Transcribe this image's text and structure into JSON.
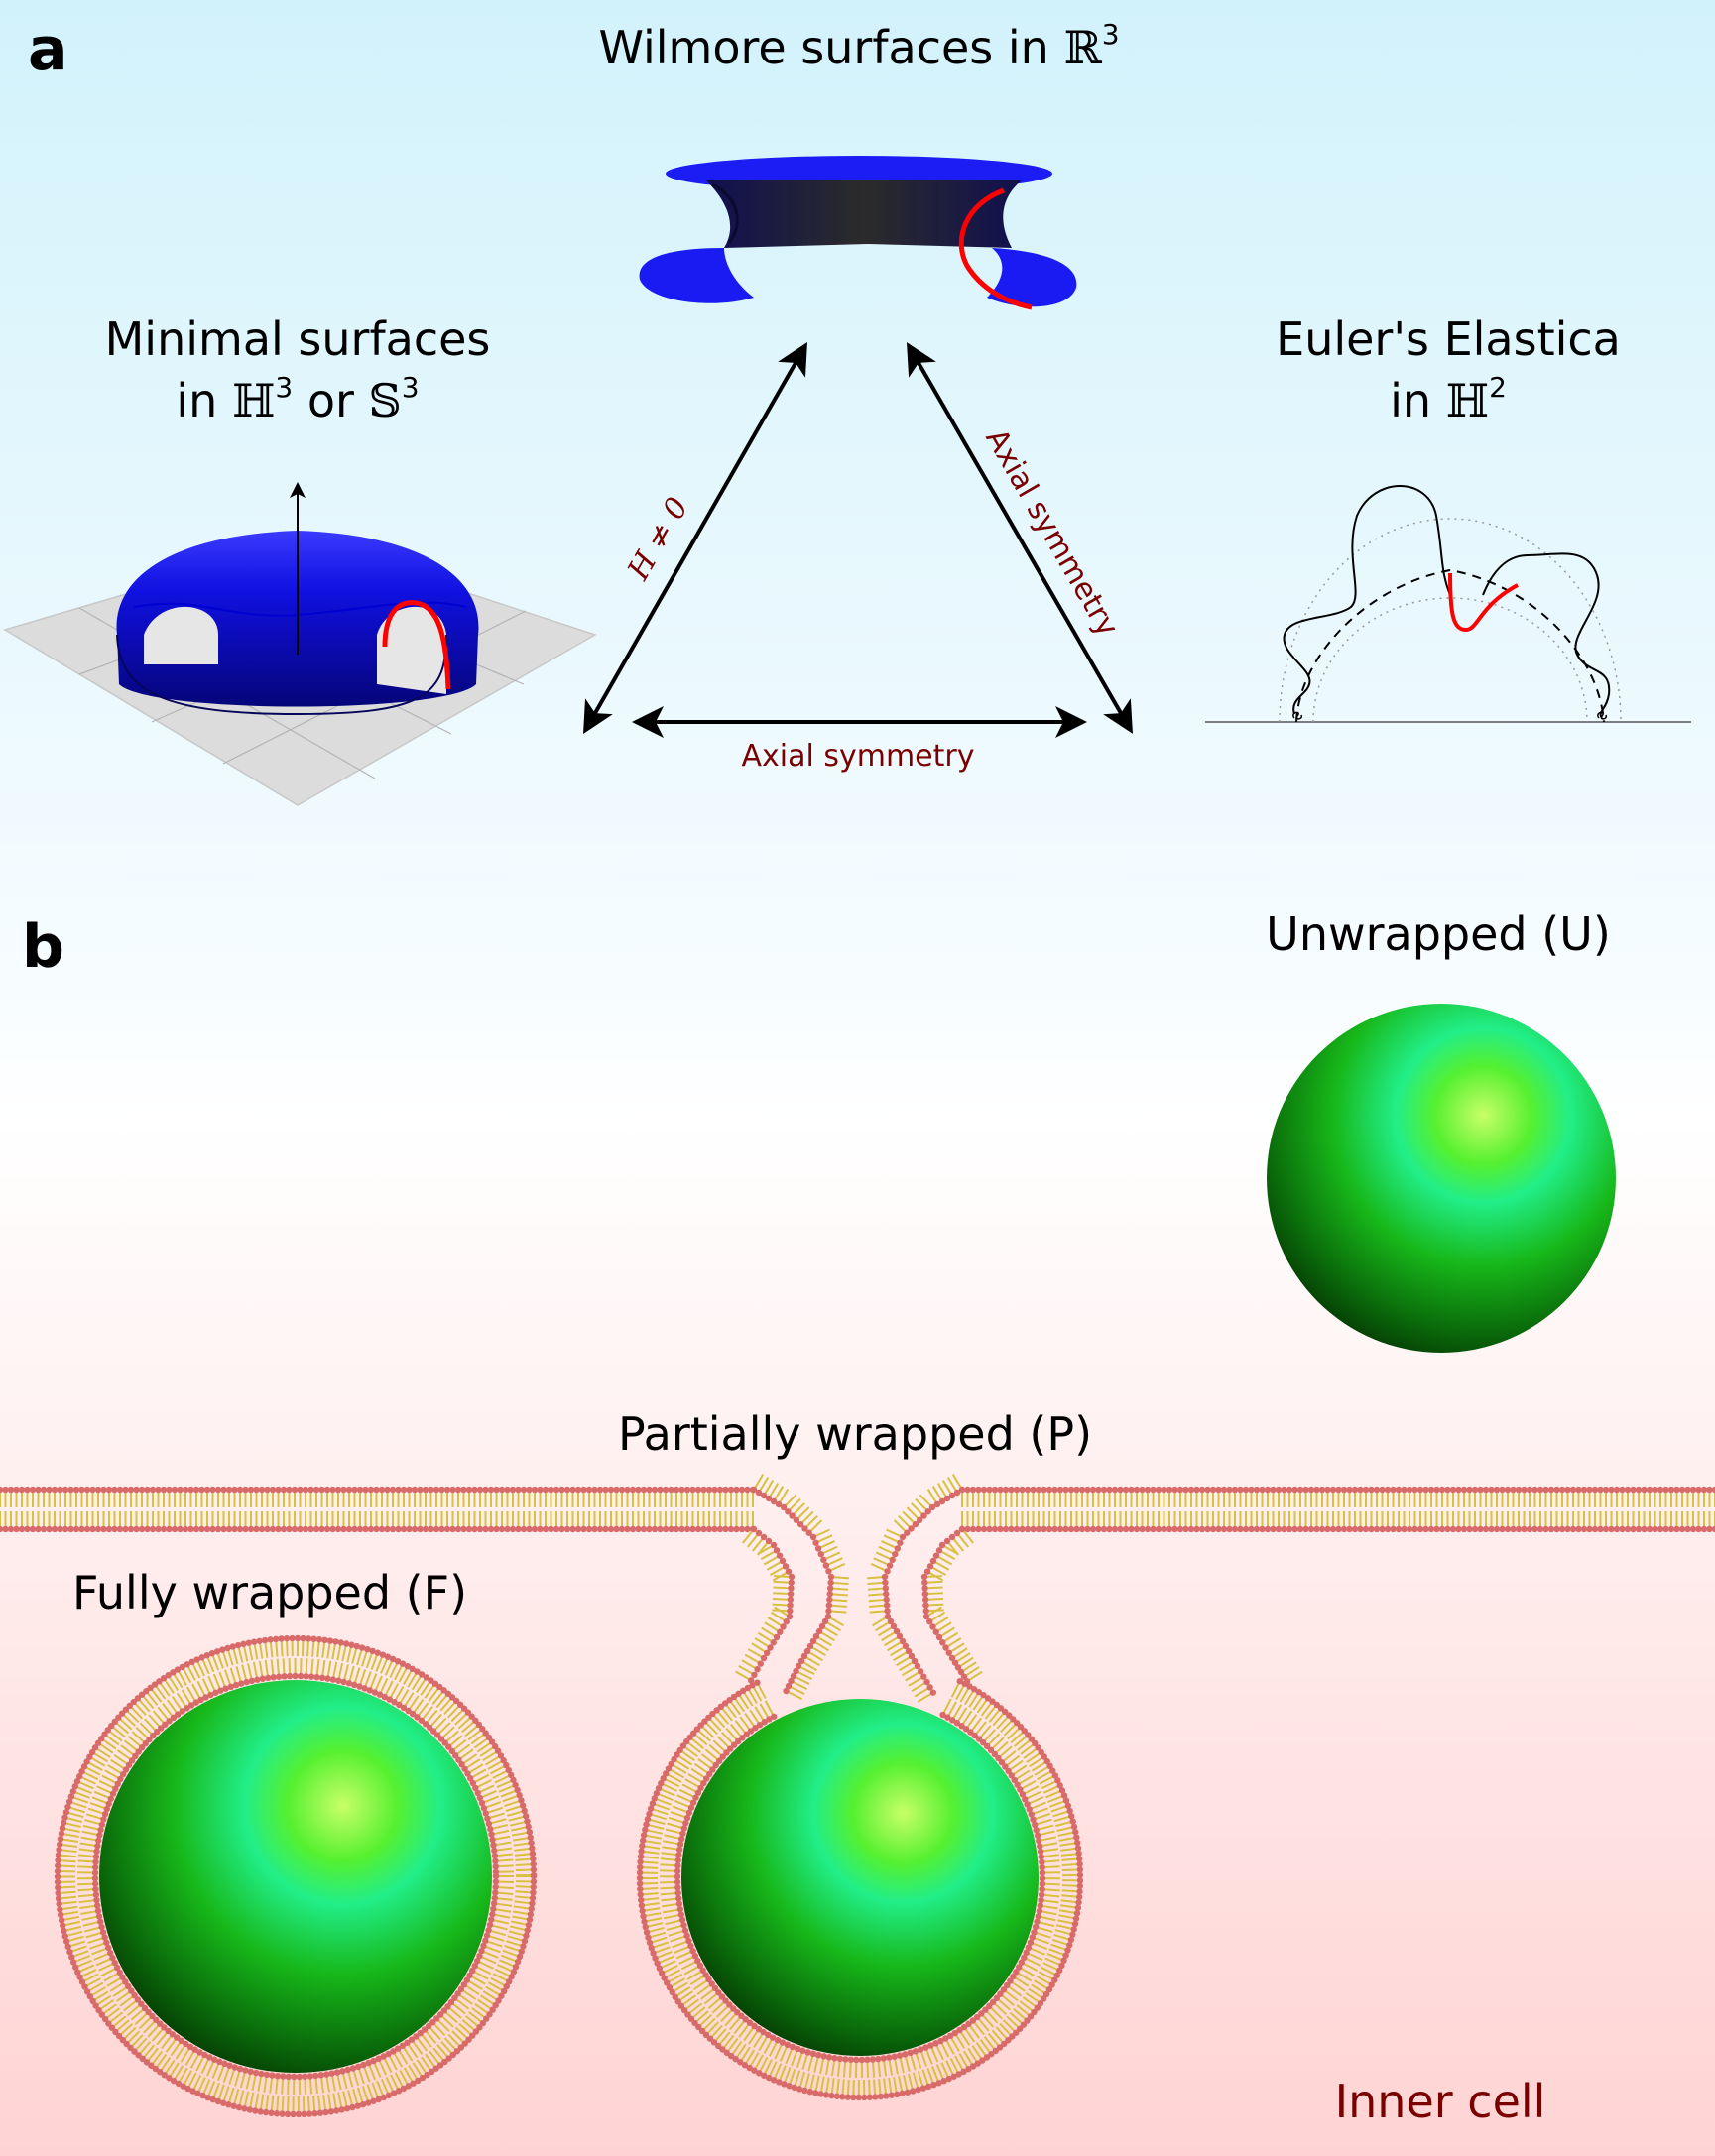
{
  "panel_a": {
    "label": "a",
    "wilmore": {
      "title_text": "Wilmore surfaces in ",
      "title_symbol": "ℝ",
      "title_sup": "3"
    },
    "minimal": {
      "line1": "Minimal surfaces",
      "line2_a": "in ",
      "sym1": "ℍ",
      "sup1": "3",
      "line2_or": " or ",
      "sym2": "𝕊",
      "sup2": "3"
    },
    "euler": {
      "line1": "Euler's Elastica",
      "line2_a": "in ",
      "sym": "ℍ",
      "sup": "2"
    },
    "arrows": {
      "left_label": "H ≠ 0",
      "right_label": "Axial symmetry",
      "bottom_label": "Axial symmetry"
    }
  },
  "panel_b": {
    "label": "b",
    "unwrapped": "Unwrapped (U)",
    "partially": "Partially wrapped (P)",
    "fully": "Fully wrapped (F)",
    "inner": "Inner cell"
  },
  "colors": {
    "bg_top": "#d4f3fb",
    "bg_bottom": "#ffd6d6",
    "surface_blue": "#1a1aff",
    "curve_red": "#ff0000",
    "label_dark_red": "#7a0000",
    "sphere_green": "#22cc22",
    "lipid_head": "#d96a6a",
    "lipid_tail": "#d8c040"
  }
}
